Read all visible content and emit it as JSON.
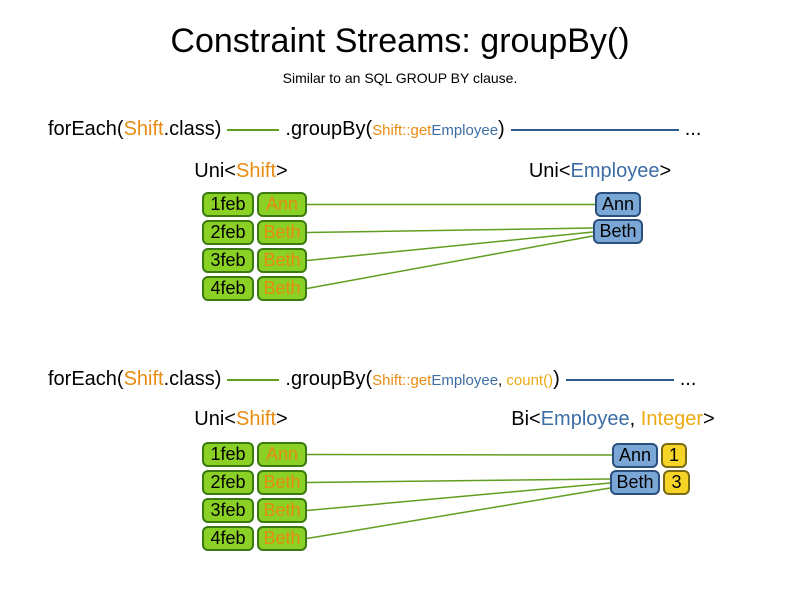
{
  "title": "Constraint Streams: groupBy()",
  "subtitle": "Similar to an SQL GROUP BY clause.",
  "colors": {
    "green_fill": "#8bd024",
    "green_border": "#3a7a10",
    "connector_green": "#5f9e1f",
    "orange": "#e78c10",
    "gold": "#edaa11",
    "blue_fill": "#7ba7d7",
    "blue_border": "#2a4f7c",
    "blue_text": "#3c6ea5",
    "yellow_fill": "#f5d327",
    "line_dark": "#2e5a8f"
  },
  "section1": {
    "code": {
      "foreach_open": "forEach(",
      "foreach_class": "Shift",
      "foreach_close": ".class)",
      "groupby_open": ".groupBy(",
      "arg_shift": "Shift::get",
      "arg_employee": "Employee",
      "groupby_close": ")",
      "ellipsis": "..."
    },
    "left_label": {
      "open": "Uni<",
      "type": "Shift",
      "close": ">"
    },
    "right_label": {
      "open": "Uni<",
      "type": "Employee",
      "close": ">"
    },
    "rows": [
      {
        "date": "1feb",
        "name": "Ann"
      },
      {
        "date": "2feb",
        "name": "Beth"
      },
      {
        "date": "3feb",
        "name": "Beth"
      },
      {
        "date": "4feb",
        "name": "Beth"
      }
    ],
    "groups": [
      {
        "name": "Ann"
      },
      {
        "name": "Beth"
      }
    ]
  },
  "section2": {
    "code": {
      "foreach_open": "forEach(",
      "foreach_class": "Shift",
      "foreach_close": ".class)",
      "groupby_open": ".groupBy(",
      "arg_shift": "Shift::get",
      "arg_employee": "Employee",
      "arg_sep": ", ",
      "arg_count": "count()",
      "groupby_close": ")",
      "ellipsis": "..."
    },
    "left_label": {
      "open": "Uni<",
      "type": "Shift",
      "close": ">"
    },
    "right_label": {
      "open": "Bi<",
      "type1": "Employee",
      "sep": ", ",
      "type2": "Integer",
      "close": ">"
    },
    "rows": [
      {
        "date": "1feb",
        "name": "Ann"
      },
      {
        "date": "2feb",
        "name": "Beth"
      },
      {
        "date": "3feb",
        "name": "Beth"
      },
      {
        "date": "4feb",
        "name": "Beth"
      }
    ],
    "groups": [
      {
        "name": "Ann",
        "count": "1"
      },
      {
        "name": "Beth",
        "count": "3"
      }
    ]
  }
}
